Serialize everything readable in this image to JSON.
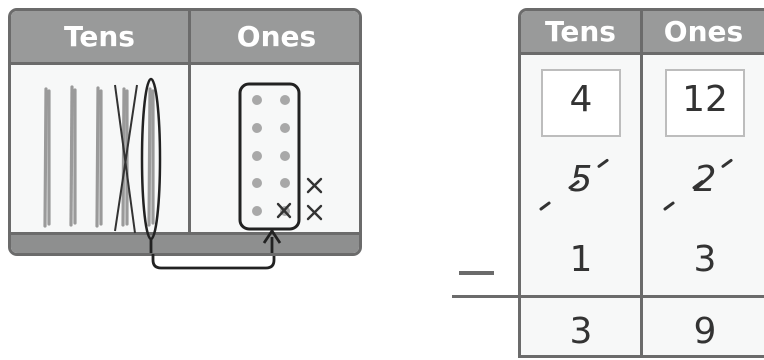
{
  "mat": {
    "tens_header": "Tens",
    "ones_header": "Ones"
  },
  "algorithm": {
    "tens_header": "Tens",
    "ones_header": "Ones",
    "regrouped_tens": "4",
    "regrouped_ones": "12",
    "original_tens": "5",
    "original_ones": "2",
    "subtrahend_tens": "1",
    "subtrahend_ones": "3",
    "difference_tens": "3",
    "difference_ones": "9"
  },
  "colors": {
    "header_bg": "#999a9a",
    "border": "#6b6b6b",
    "panel_bg": "#f7f8f8",
    "ink": "#333333"
  }
}
